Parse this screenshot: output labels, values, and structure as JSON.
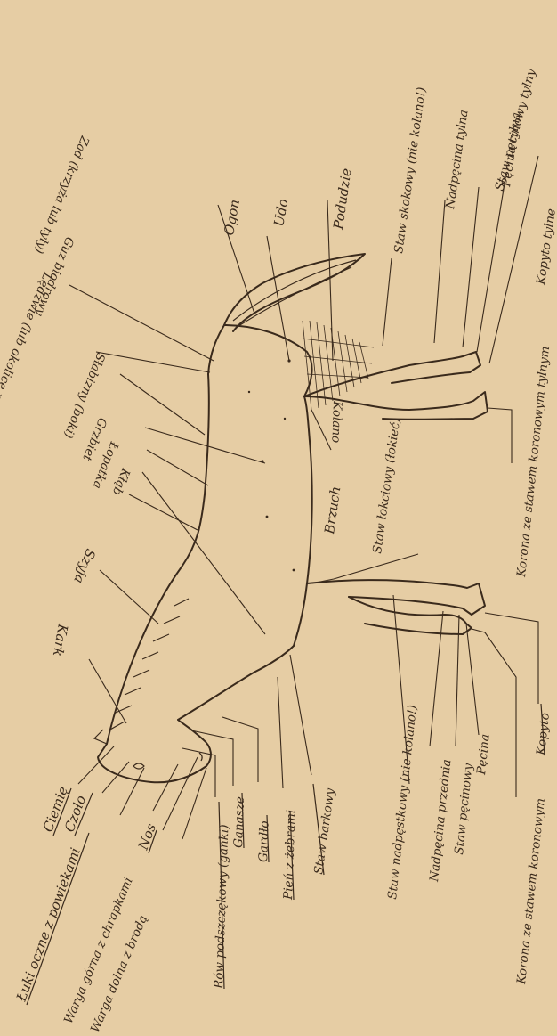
{
  "labels": {
    "ciemie": "Ciemię",
    "czolo": "Czoło",
    "luki_oczne": "Łuki oczne z powiekami",
    "nos": "Nos",
    "warga_gorna": "Warga górna z chrapkami",
    "warga_dolna": "Warga dolna z brodą",
    "row_podszczekowy": "Rów podszczękowy (ganki)",
    "ganasze": "Ganasze",
    "gardlo": "Gardło",
    "pien": "Pień z żebrami",
    "staw_barkowy": "Staw barkowy",
    "kark": "Kark",
    "szyja": "Szyja",
    "klab": "Kłąb",
    "lopatka": "Łopatka",
    "grzbiet": "Grzbiet",
    "slabizny": "Słabizny (boki)",
    "ledzwie": "Lędźwie (lub okolice nerkowe)",
    "guz_biodrowy": "Guz biodrowy",
    "zad": "Zad (krzyża lub tyły)",
    "ogon": "Ogon",
    "udo": "Udo",
    "podudzie": "Podudzie",
    "staw_skokowy": "Staw skokowy (nie kolano!)",
    "nadpecina_tylna": "Nadpęcina tylna",
    "staw_pecinowy_tylny": "Staw pęcinowy tylny",
    "pecina_tylna": "Pęcina tylna",
    "kopyto_tylne": "Kopyto tylne",
    "brzuch": "Brzuch",
    "kolano": "Kolano",
    "staw_lokciowy": "Staw łokciowy (łokieć)",
    "korona_tylna": "Korona ze stawem koronowym tylnym",
    "staw_napiestkowy": "Staw nadpęstkowy (nie kolano!)",
    "nadpecina_przednia": "Nadpęcina przednia",
    "staw_pecinowy": "Staw pęcinowy",
    "pecina": "Pęcina",
    "korona_przednia": "Korona ze stawem koronowym",
    "kopyto": "Kopyto"
  }
}
